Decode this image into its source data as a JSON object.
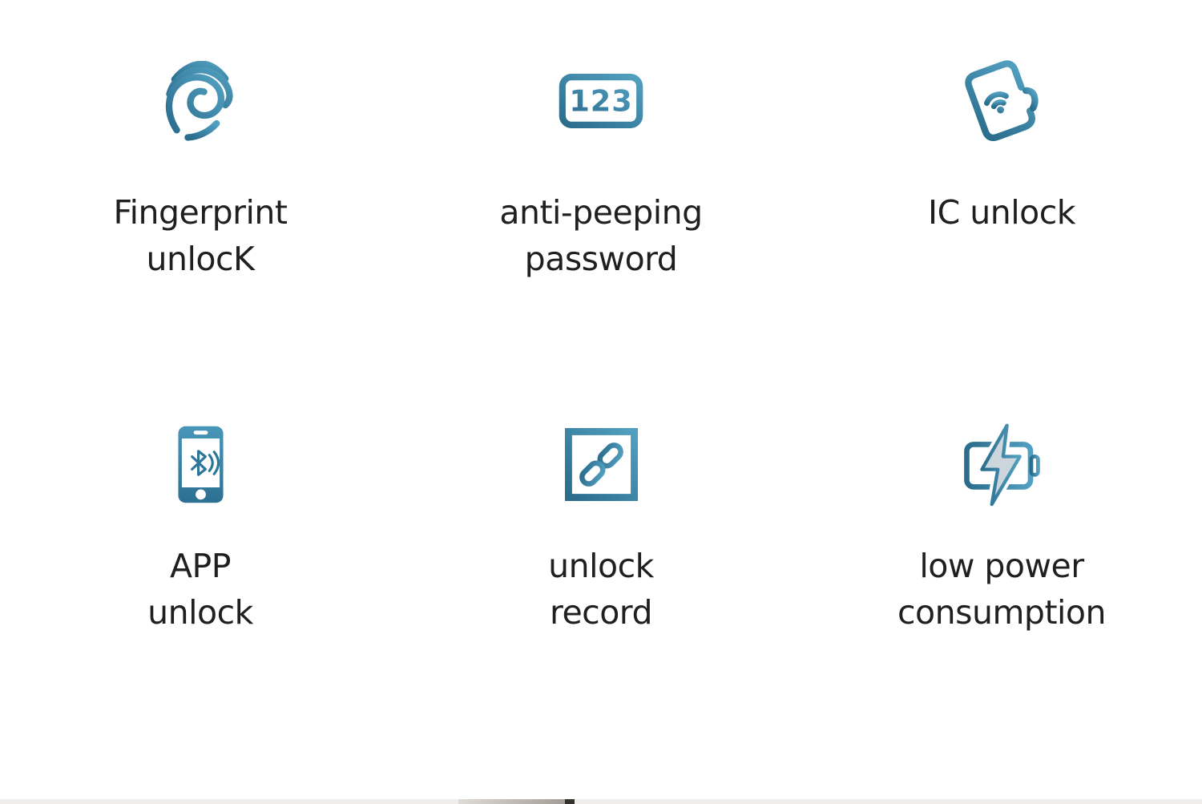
{
  "page": {
    "background": "#ffffff",
    "description_colors": {
      "icon_gradient_dark": "#2a6c8c",
      "icon_gradient_light": "#52a0c1",
      "label_text": "#1f1f1f",
      "bolt_fill": "#cdd6dd",
      "strip_background": "#f0eeec",
      "strip_band_start": "#dfdbd6",
      "strip_band_end": "#a29d96",
      "strip_block": "#32312d"
    }
  },
  "features": [
    {
      "icon": "fingerprint-icon",
      "label_lines": [
        "Fingerprint",
        "unlocK"
      ]
    },
    {
      "icon": "keypad-123-icon",
      "label_lines": [
        "anti-peeping",
        "password"
      ],
      "icon_text": "123"
    },
    {
      "icon": "ic-card-icon",
      "label_lines": [
        "IC unlock"
      ]
    },
    {
      "icon": "phone-bluetooth-icon",
      "label_lines": [
        "APP",
        "unlock"
      ]
    },
    {
      "icon": "chain-link-icon",
      "label_lines": [
        "unlock",
        "record"
      ]
    },
    {
      "icon": "battery-bolt-icon",
      "label_lines": [
        "low power",
        "consumption"
      ]
    }
  ]
}
